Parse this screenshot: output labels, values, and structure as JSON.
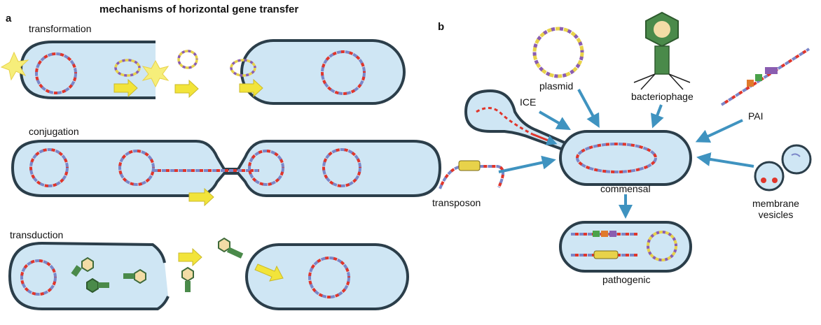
{
  "title": "mechanisms of horizontal gene transfer",
  "panels": {
    "a": {
      "letter": "a",
      "sections": [
        "transformation",
        "conjugation",
        "transduction"
      ]
    },
    "b": {
      "letter": "b",
      "labels": {
        "ice": "ICE",
        "plasmid": "plasmid",
        "bacteriophage": "bacteriophage",
        "pai": "PAI",
        "transposon": "transposon",
        "commensal": "commensal",
        "membrane_vesicles": "membrane\nvesicles",
        "pathogenic": "pathogenic"
      }
    }
  },
  "colors": {
    "cell_fill": "#cfe6f4",
    "cell_outline": "#2b3e4a",
    "dna_red": "#e0352b",
    "dna_blue": "#7b86c8",
    "plasmid_yellow": "#e8d24a",
    "plasmid_purple": "#8a5db0",
    "arrow_yellow": "#f2e43a",
    "arrow_blue": "#3f93c0",
    "phage_green": "#4a8a4a"
  }
}
